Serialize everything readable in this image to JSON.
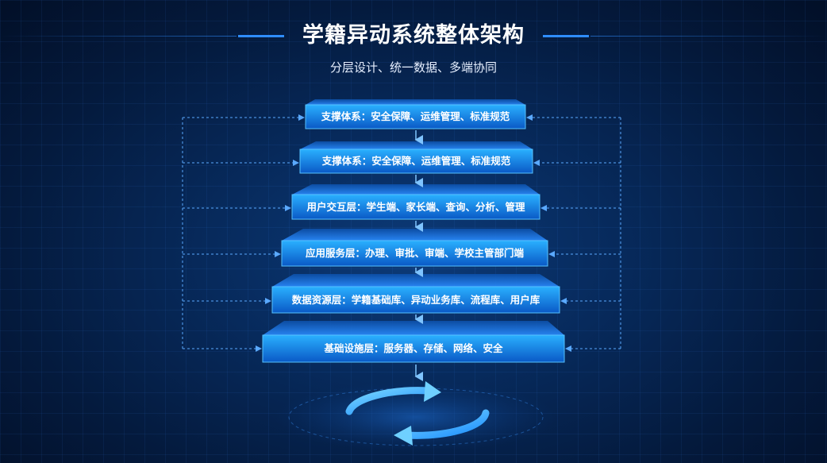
{
  "title": "学籍异动系统整体架构",
  "subtitle": "分层设计、统一数据、多端协同",
  "layers": [
    {
      "label": "支撑体系：安全保障、运维管理、标准规范"
    },
    {
      "label": "支撑体系：安全保障、运维管理、标准规范"
    },
    {
      "label": "用户交互层：学生端、家长端、查询、分析、管理"
    },
    {
      "label": "应用服务层：办理、审批、审端、学校主管部门端"
    },
    {
      "label": "数据资源层：学籍基础库、异动业务库、流程库、用户库"
    },
    {
      "label": "基础设施层：服务器、存储、网络、安全"
    }
  ],
  "colors": {
    "accent": "#2f8dff",
    "layer_top": "#2aa6ff",
    "layer_bottom": "#0b5ec9",
    "connector": "#5aa9ff"
  },
  "icons": {
    "cycle": "refresh-cycle-icon"
  }
}
